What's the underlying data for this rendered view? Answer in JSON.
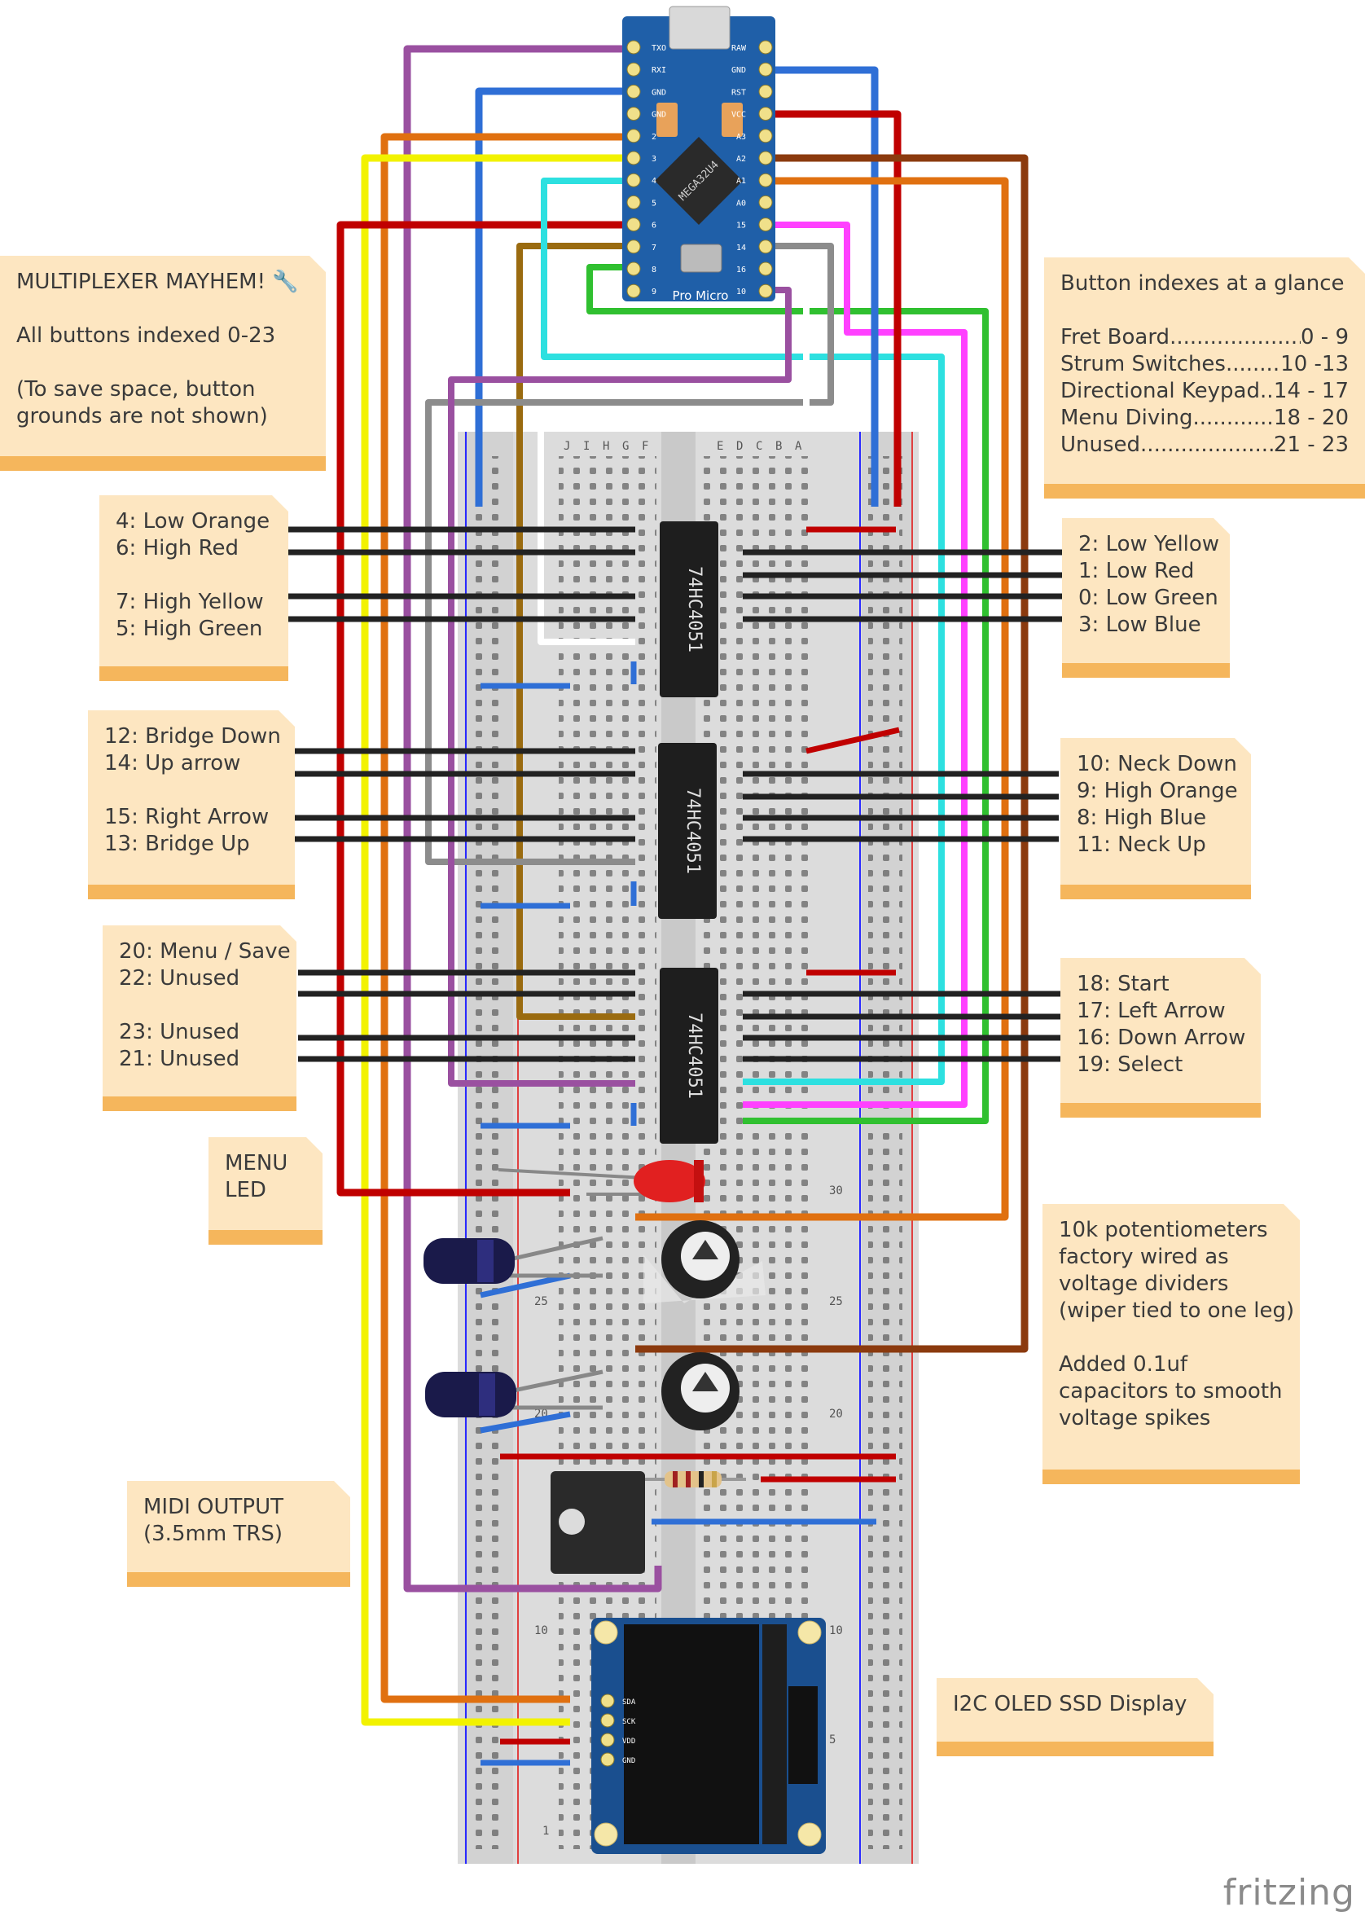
{
  "notes": {
    "mux": {
      "title": "MULTIPLEXER MAYHEM!",
      "line1": "All buttons indexed 0-23",
      "line2a": "(To save space, button",
      "line2b": "grounds are not shown)"
    },
    "index": {
      "title": "Button indexes at a glance",
      "rows": [
        {
          "label": "Fret Board",
          "range": "0 - 9"
        },
        {
          "label": "Strum Switches",
          "range": "10 -13"
        },
        {
          "label": "Directional Keypad",
          "range": "14 - 17"
        },
        {
          "label": "Menu Diving",
          "range": "18 - 20"
        },
        {
          "label": "Unused",
          "range": "21 - 23"
        }
      ]
    },
    "mux1_left": [
      "4: Low Orange",
      "6: High Red",
      "7: High Yellow",
      "5: High Green"
    ],
    "mux1_right": [
      "2: Low Yellow",
      "1: Low Red",
      "0: Low Green",
      "3: Low Blue"
    ],
    "mux2_left": [
      "12: Bridge Down",
      "14: Up arrow",
      "15: Right Arrow",
      "13: Bridge Up"
    ],
    "mux2_right": [
      "10: Neck Down",
      "9: High Orange",
      "8: High Blue",
      "11: Neck Up"
    ],
    "mux3_left": [
      "20: Menu / Save",
      "22: Unused",
      "23: Unused",
      "21: Unused"
    ],
    "mux3_right": [
      "18: Start",
      "17: Left Arrow",
      "16: Down Arrow",
      "19: Select"
    ],
    "menu_led": [
      "MENU",
      "LED"
    ],
    "pots": [
      "10k potentiometers",
      "factory wired as",
      "voltage dividers",
      "(wiper tied to one leg)",
      "Added 0.1uf",
      "capacitors to smooth",
      "voltage spikes"
    ],
    "midi": [
      "MIDI OUTPUT",
      "(3.5mm TRS)"
    ],
    "oled": "I2C OLED SSD Display"
  },
  "board": {
    "label": "Pro Micro",
    "chip_label": "MEGA32U4",
    "pins_left": [
      "TXO",
      "RXI",
      "GND",
      "GND",
      "2",
      "3",
      "4",
      "5",
      "6",
      "7",
      "8",
      "9"
    ],
    "pins_right": [
      "RAW",
      "GND",
      "RST",
      "VCC",
      "A3",
      "A2",
      "A1",
      "A0",
      "15",
      "14",
      "16",
      "10"
    ]
  },
  "ic_label": "74HC4051",
  "breadboard": {
    "cols_left": [
      "J",
      "I",
      "H",
      "G",
      "F"
    ],
    "cols_right": [
      "E",
      "D",
      "C",
      "B",
      "A"
    ],
    "row_numbers": [
      "30",
      "25",
      "25",
      "20",
      "20",
      "10",
      "10",
      "5",
      "1"
    ]
  },
  "oled_pins": [
    "GND",
    "VDD",
    "SCK",
    "SDA"
  ],
  "logo": "fritzing",
  "colors": {
    "note_bg": "#fde6c1",
    "note_bar": "#f5b65c",
    "board_blue": "#1f5fa8",
    "wire_red": "#c00000",
    "wire_blue": "#2f6fd6",
    "wire_yellow": "#f2f200",
    "wire_orange": "#e07010",
    "wire_cyan": "#2de0e0",
    "wire_magenta": "#ff40ff",
    "wire_green": "#30c030",
    "wire_purple": "#9a50a0",
    "wire_brown": "#8b3a0e",
    "wire_olive": "#9a6b10",
    "wire_gray": "#8c8c8c",
    "wire_black": "#222222"
  }
}
